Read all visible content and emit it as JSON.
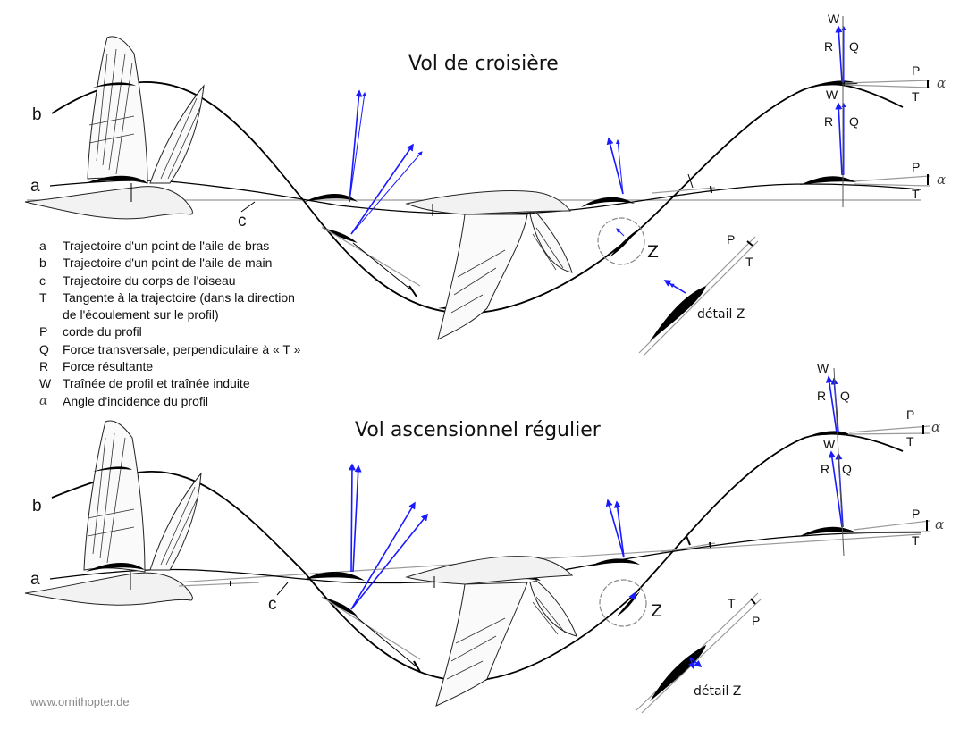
{
  "panels": [
    {
      "title": "Vol de croisière",
      "curve_labels": {
        "a": "a",
        "b": "b",
        "c": "c"
      },
      "zoom_label": "Z",
      "detail_label": "détail  Z",
      "detail_lines": {
        "first": "P",
        "second": "T"
      },
      "force_labels": {
        "upper": {
          "W": "W",
          "R": "R",
          "Q": "Q",
          "P": "P",
          "T": "T",
          "alpha": "α"
        },
        "lower": {
          "W": "W",
          "R": "R",
          "Q": "Q",
          "P": "P",
          "T": "T",
          "alpha": "α"
        }
      }
    },
    {
      "title": "Vol ascensionnel régulier",
      "curve_labels": {
        "a": "a",
        "b": "b",
        "c": "c"
      },
      "zoom_label": "Z",
      "detail_label": "détail  Z",
      "detail_lines": {
        "first": "T",
        "second": "P"
      },
      "force_labels": {
        "upper": {
          "W": "W",
          "R": "R",
          "Q": "Q",
          "P": "P",
          "T": "T",
          "alpha": "α"
        },
        "lower": {
          "W": "W",
          "R": "R",
          "Q": "Q",
          "P": "P",
          "T": "T",
          "alpha": "α"
        }
      }
    }
  ],
  "legend": [
    {
      "key": "a",
      "text": "Trajectoire d'un point de l'aile de bras"
    },
    {
      "key": "b",
      "text": "Trajectoire d'un point de l'aile de main"
    },
    {
      "key": "c",
      "text": "Trajectoire du corps de l'oiseau"
    },
    {
      "key": "T",
      "text": "Tangente à la trajectoire (dans la direction",
      "continuation": "de l'écoulement sur le profil)"
    },
    {
      "key": "P",
      "text": "corde du profil"
    },
    {
      "key": "Q",
      "text": "Force transversale, perpendiculaire à « T »"
    },
    {
      "key": "R",
      "text": "Force résultante"
    },
    {
      "key": "W",
      "text": "Traînée de profil et traînée induite"
    },
    {
      "key": "α",
      "text": "Angle d'incidence du profil"
    }
  ],
  "watermark": "www.ornithopter.de",
  "colors": {
    "force_vectors": "#1a1aff",
    "curves": "#000000",
    "reference_lines": "#999999",
    "zoom_circle": "#888888",
    "watermark": "#888888"
  }
}
